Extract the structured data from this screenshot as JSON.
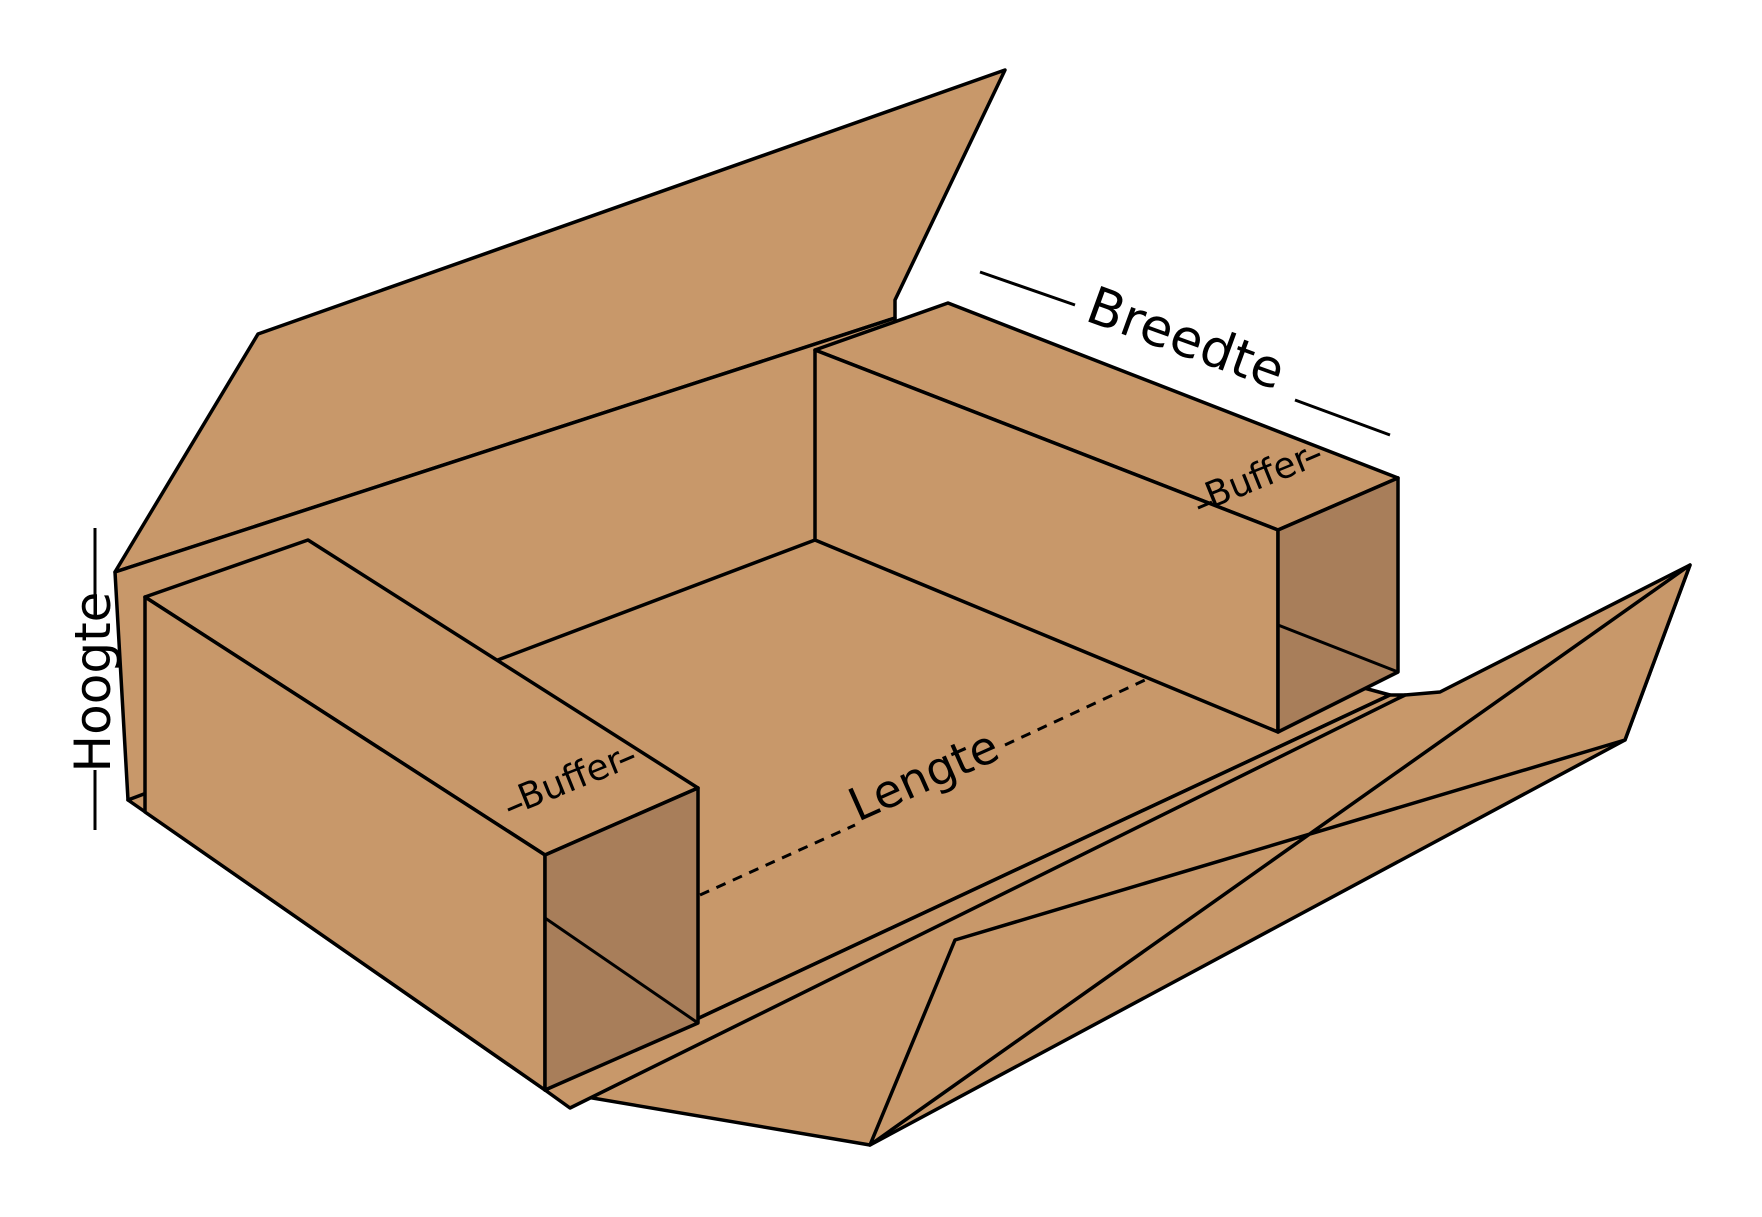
{
  "labels": {
    "height": "Hoogte",
    "width": "Breedte",
    "length": "Lengte",
    "buffer_left": "Buffer",
    "buffer_right": "Buffer"
  },
  "colors": {
    "cardboard": "#C8986A",
    "cardboard_shadow": "#A87E5A",
    "outline": "#000000",
    "background": "#FFFFFF"
  }
}
